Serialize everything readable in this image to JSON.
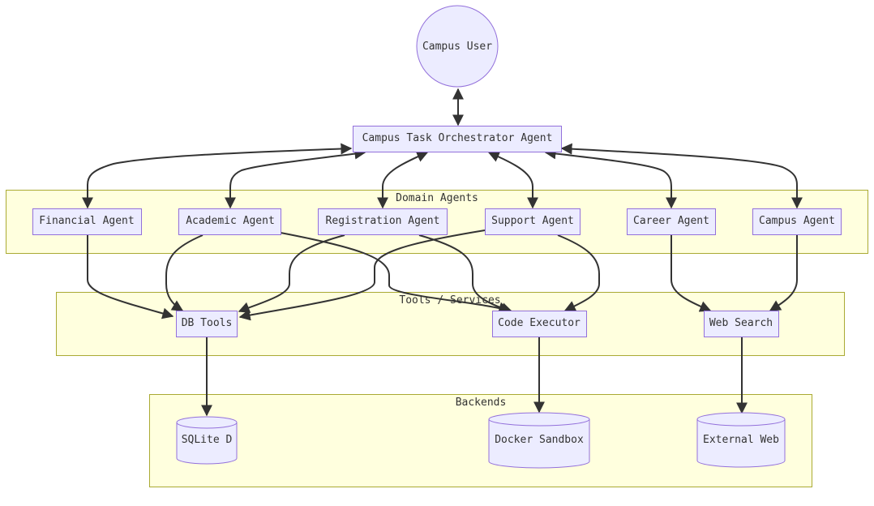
{
  "clusters": {
    "domain": "Domain Agents",
    "tools": "Tools / Services",
    "backends": "Backends"
  },
  "nodes": {
    "campus_user": "Campus User",
    "orchestrator": "Campus Task Orchestrator Agent",
    "financial": "Financial Agent",
    "academic": "Academic Agent",
    "registration": "Registration Agent",
    "support": "Support Agent",
    "career": "Career Agent",
    "campus": "Campus Agent",
    "db_tools": "DB Tools",
    "code_executor": "Code Executor",
    "web_search": "Web Search",
    "sqlite": "SQLite D",
    "docker": "Docker Sandbox",
    "external_web": "External Web"
  },
  "colors": {
    "node_fill": "#ECECFF",
    "node_stroke": "#9370DB",
    "cluster_fill": "#ffffde",
    "cluster_stroke": "#aaaa33",
    "edge": "#333333"
  }
}
